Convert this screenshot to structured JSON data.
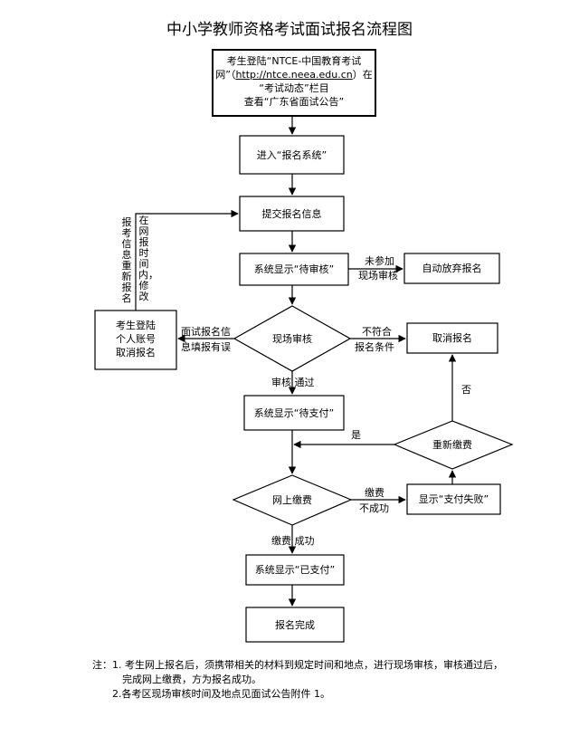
{
  "title": "中小学教师资格考试面试报名流程图",
  "nodes": {
    "start_line1": "考生登陆“NTCE-中国教育考试",
    "start_line2_pre": "网”（",
    "start_link": "http://ntce.neea.edu.cn",
    "start_line2_post": "）在",
    "start_line3": "“考试动态”栏目",
    "start_line4": "查看“广东省面试公告”",
    "enter_system": "进入“报名系统”",
    "submit_info": "提交报名信息",
    "pending_review": "系统显示“待审核”",
    "auto_cancel": "自动放弃报名",
    "onsite_review": "现场审核",
    "cancel_reg": "取消报名",
    "login_cancel_line1": "考生登陆",
    "login_cancel_line2": "个人账号",
    "login_cancel_line3": "取消报名",
    "pending_payment": "系统显示“待支付”",
    "repay": "重新缴费",
    "online_payment": "网上缴费",
    "payment_failed": "显示“支付失败”",
    "paid": "系统显示“已支付”",
    "complete": "报名完成"
  },
  "edges": {
    "not_attend_line1": "未参加",
    "not_attend_line2": "现场审核",
    "not_meet_line1": "不符合",
    "not_meet_line2": "报名条件",
    "info_error_line1": "面试报名信",
    "info_error_line2": "息填报有误",
    "review_passed": "审核  通过",
    "yes": "是",
    "no": "否",
    "pay_fail_line1": "缴费",
    "pay_fail_line2": "不成功",
    "pay_success": "缴费  成功",
    "within_time": "在网报时间内，修改",
    "re_register": "报考信息重新报名"
  },
  "notes": {
    "prefix": "注：",
    "item1_line1": "1. 考生网上报名后，须携带相关的材料到规定时间和地点，进行现场审核，审核通过后，",
    "item1_line2": "完成网上缴费，方为报名成功。",
    "item2": "2.各考区现场审核时间及地点见面试公告附件 1。"
  }
}
